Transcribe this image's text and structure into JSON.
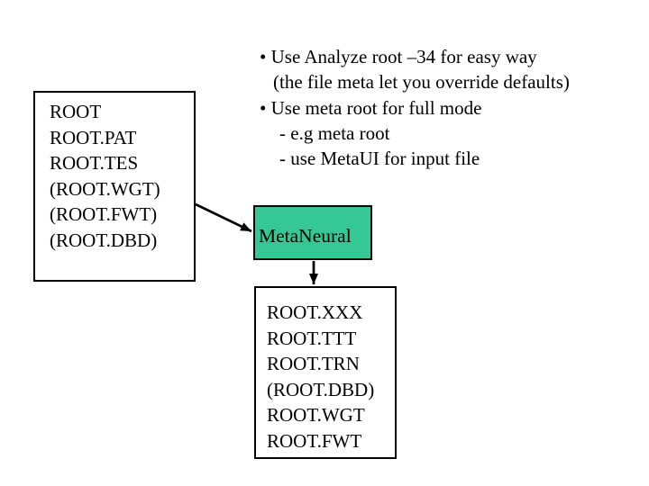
{
  "slide": {
    "background_color": "#ffffff",
    "text_color": "#000000",
    "bullet_lines": [
      "• Use Analyze root –34 for easy way",
      "(the file meta let you override defaults)",
      "• Use meta root for full mode",
      "- e.g meta root",
      "- use MetaUI for input file"
    ],
    "input_box": {
      "lines": [
        "ROOT",
        "ROOT.PAT",
        "ROOT.TES",
        "(ROOT.WGT)",
        "(ROOT.FWT)",
        "(ROOT.DBD)"
      ]
    },
    "process_box": {
      "label": "MetaNeural",
      "fill_color": "#36C796",
      "border_color": "#000000"
    },
    "output_box": {
      "lines": [
        "ROOT.XXX",
        "ROOT.TTT",
        "ROOT.TRN",
        "(ROOT.DBD)",
        "ROOT.WGT",
        "ROOT.FWT"
      ]
    },
    "arrow_color": "#000000"
  }
}
